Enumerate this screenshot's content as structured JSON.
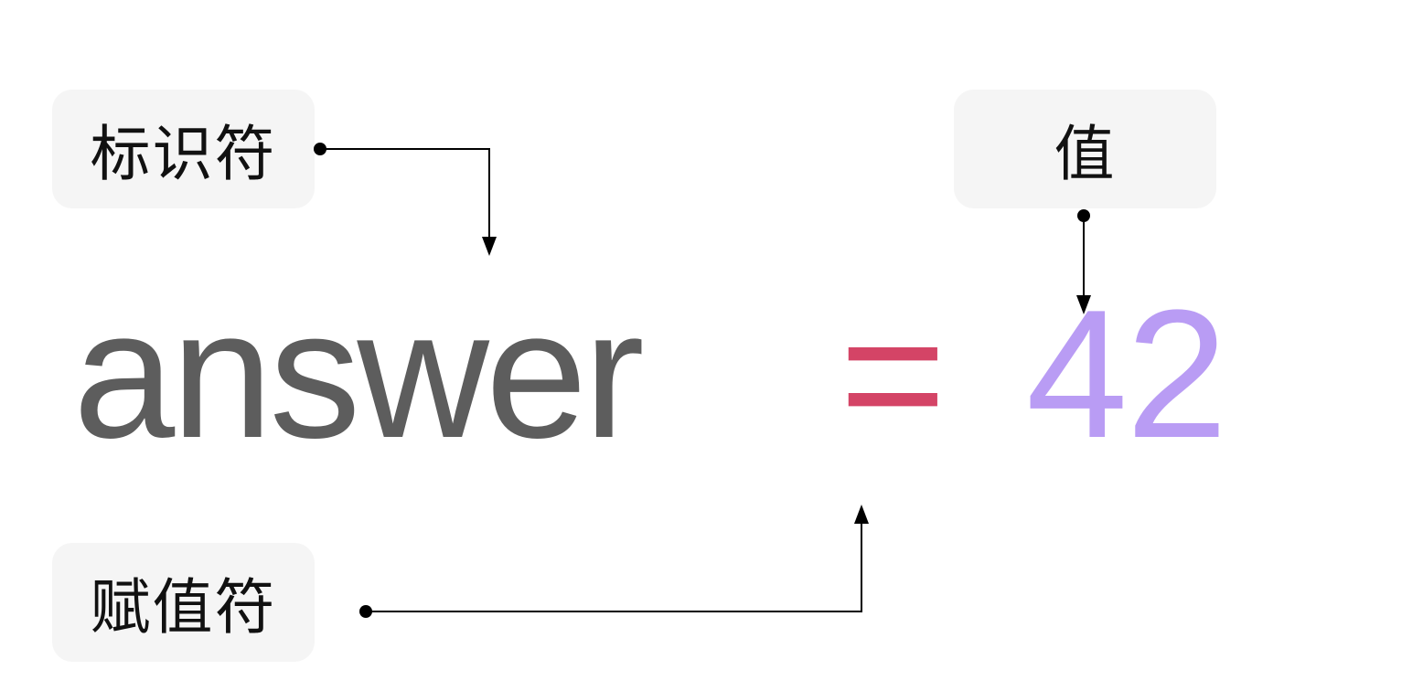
{
  "labels": {
    "identifier": "标识符",
    "value": "值",
    "assignment": "赋值符"
  },
  "code": {
    "identifier": "answer",
    "operator": "=",
    "value": "42"
  },
  "colors": {
    "identifier_text": "#5d5d5d",
    "operator": "#d44466",
    "value": "#b99cf4",
    "label_background": "#f5f5f5",
    "connector": "#000000"
  }
}
